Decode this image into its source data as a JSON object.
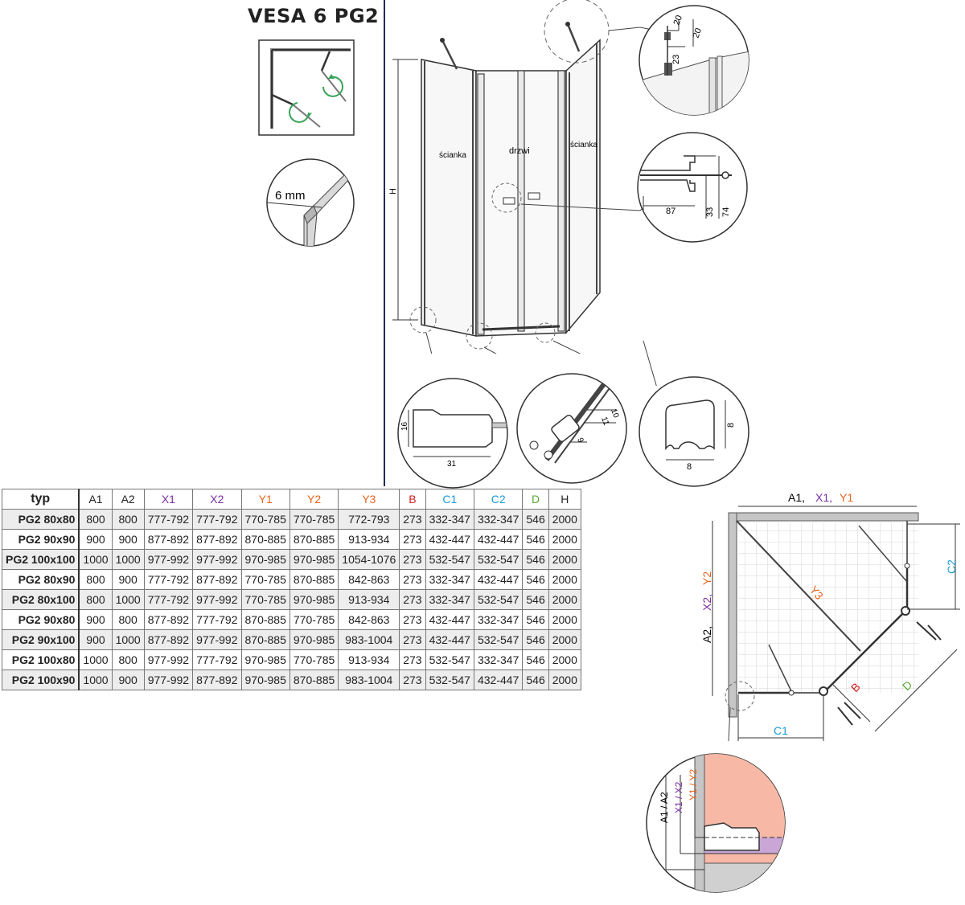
{
  "title": "VESA 6 PG2",
  "glass_thickness": "6 mm",
  "front": {
    "panel_left": "ścianka",
    "door": "drzwi",
    "panel_right": "ścianka",
    "height_label": "H"
  },
  "details": {
    "top_a": "20",
    "top_b": "20",
    "top_c": "23",
    "handle_w": "87",
    "handle_h1": "33",
    "handle_h2": "74",
    "profile_h": "16",
    "profile_w": "31",
    "hinge_a": "10",
    "hinge_b": "11",
    "hinge_c": "9",
    "seal_h": "8",
    "seal_w": "8"
  },
  "table": {
    "headers": [
      "typ",
      "A1",
      "A2",
      "X1",
      "X2",
      "Y1",
      "Y2",
      "Y3",
      "B",
      "C1",
      "C2",
      "D",
      "H"
    ],
    "header_colors": [
      "#222222",
      "#222222",
      "#222222",
      "#7b2fa3",
      "#7b2fa3",
      "#e8641e",
      "#e8641e",
      "#e8641e",
      "#d62020",
      "#1a9ad6",
      "#1a9ad6",
      "#5aa832",
      "#222222"
    ],
    "rows": [
      [
        "PG2 80x80",
        "800",
        "800",
        "777-792",
        "777-792",
        "770-785",
        "770-785",
        "772-793",
        "273",
        "332-347",
        "332-347",
        "546",
        "2000"
      ],
      [
        "PG2 90x90",
        "900",
        "900",
        "877-892",
        "877-892",
        "870-885",
        "870-885",
        "913-934",
        "273",
        "432-447",
        "432-447",
        "546",
        "2000"
      ],
      [
        "PG2 100x100",
        "1000",
        "1000",
        "977-992",
        "977-992",
        "970-985",
        "970-985",
        "1054-1076",
        "273",
        "532-547",
        "532-547",
        "546",
        "2000"
      ],
      [
        "PG2 80x90",
        "800",
        "900",
        "777-792",
        "877-892",
        "770-785",
        "870-885",
        "842-863",
        "273",
        "332-347",
        "432-447",
        "546",
        "2000"
      ],
      [
        "PG2 80x100",
        "800",
        "1000",
        "777-792",
        "977-992",
        "770-785",
        "970-985",
        "913-934",
        "273",
        "332-347",
        "532-547",
        "546",
        "2000"
      ],
      [
        "PG2 90x80",
        "900",
        "800",
        "877-892",
        "777-792",
        "870-885",
        "770-785",
        "842-863",
        "273",
        "432-447",
        "332-347",
        "546",
        "2000"
      ],
      [
        "PG2 90x100",
        "900",
        "1000",
        "877-892",
        "977-992",
        "870-885",
        "970-985",
        "983-1004",
        "273",
        "432-447",
        "532-547",
        "546",
        "2000"
      ],
      [
        "PG2 100x80",
        "1000",
        "800",
        "977-992",
        "777-792",
        "970-985",
        "770-785",
        "913-934",
        "273",
        "532-547",
        "332-347",
        "546",
        "2000"
      ],
      [
        "PG2 100x90",
        "1000",
        "900",
        "977-992",
        "877-892",
        "970-985",
        "870-885",
        "983-1004",
        "273",
        "532-547",
        "432-447",
        "546",
        "2000"
      ]
    ]
  },
  "plan": {
    "top_labels": [
      "A1,",
      "X1,",
      "Y1"
    ],
    "left_labels": [
      "A2,",
      "X2,",
      "Y2"
    ],
    "y3": "Y3",
    "c2": "C2",
    "b": "B",
    "d": "D",
    "c1": "C1"
  },
  "zoom": {
    "a": "A1 / A2",
    "x": "X1 / X2",
    "y": "Y1 / Y2"
  },
  "colors": {
    "purple": "#7b2fa3",
    "orange": "#e8641e",
    "red": "#d62020",
    "blue": "#1a9ad6",
    "green": "#5aa832",
    "divider": "#1f2a5a"
  }
}
